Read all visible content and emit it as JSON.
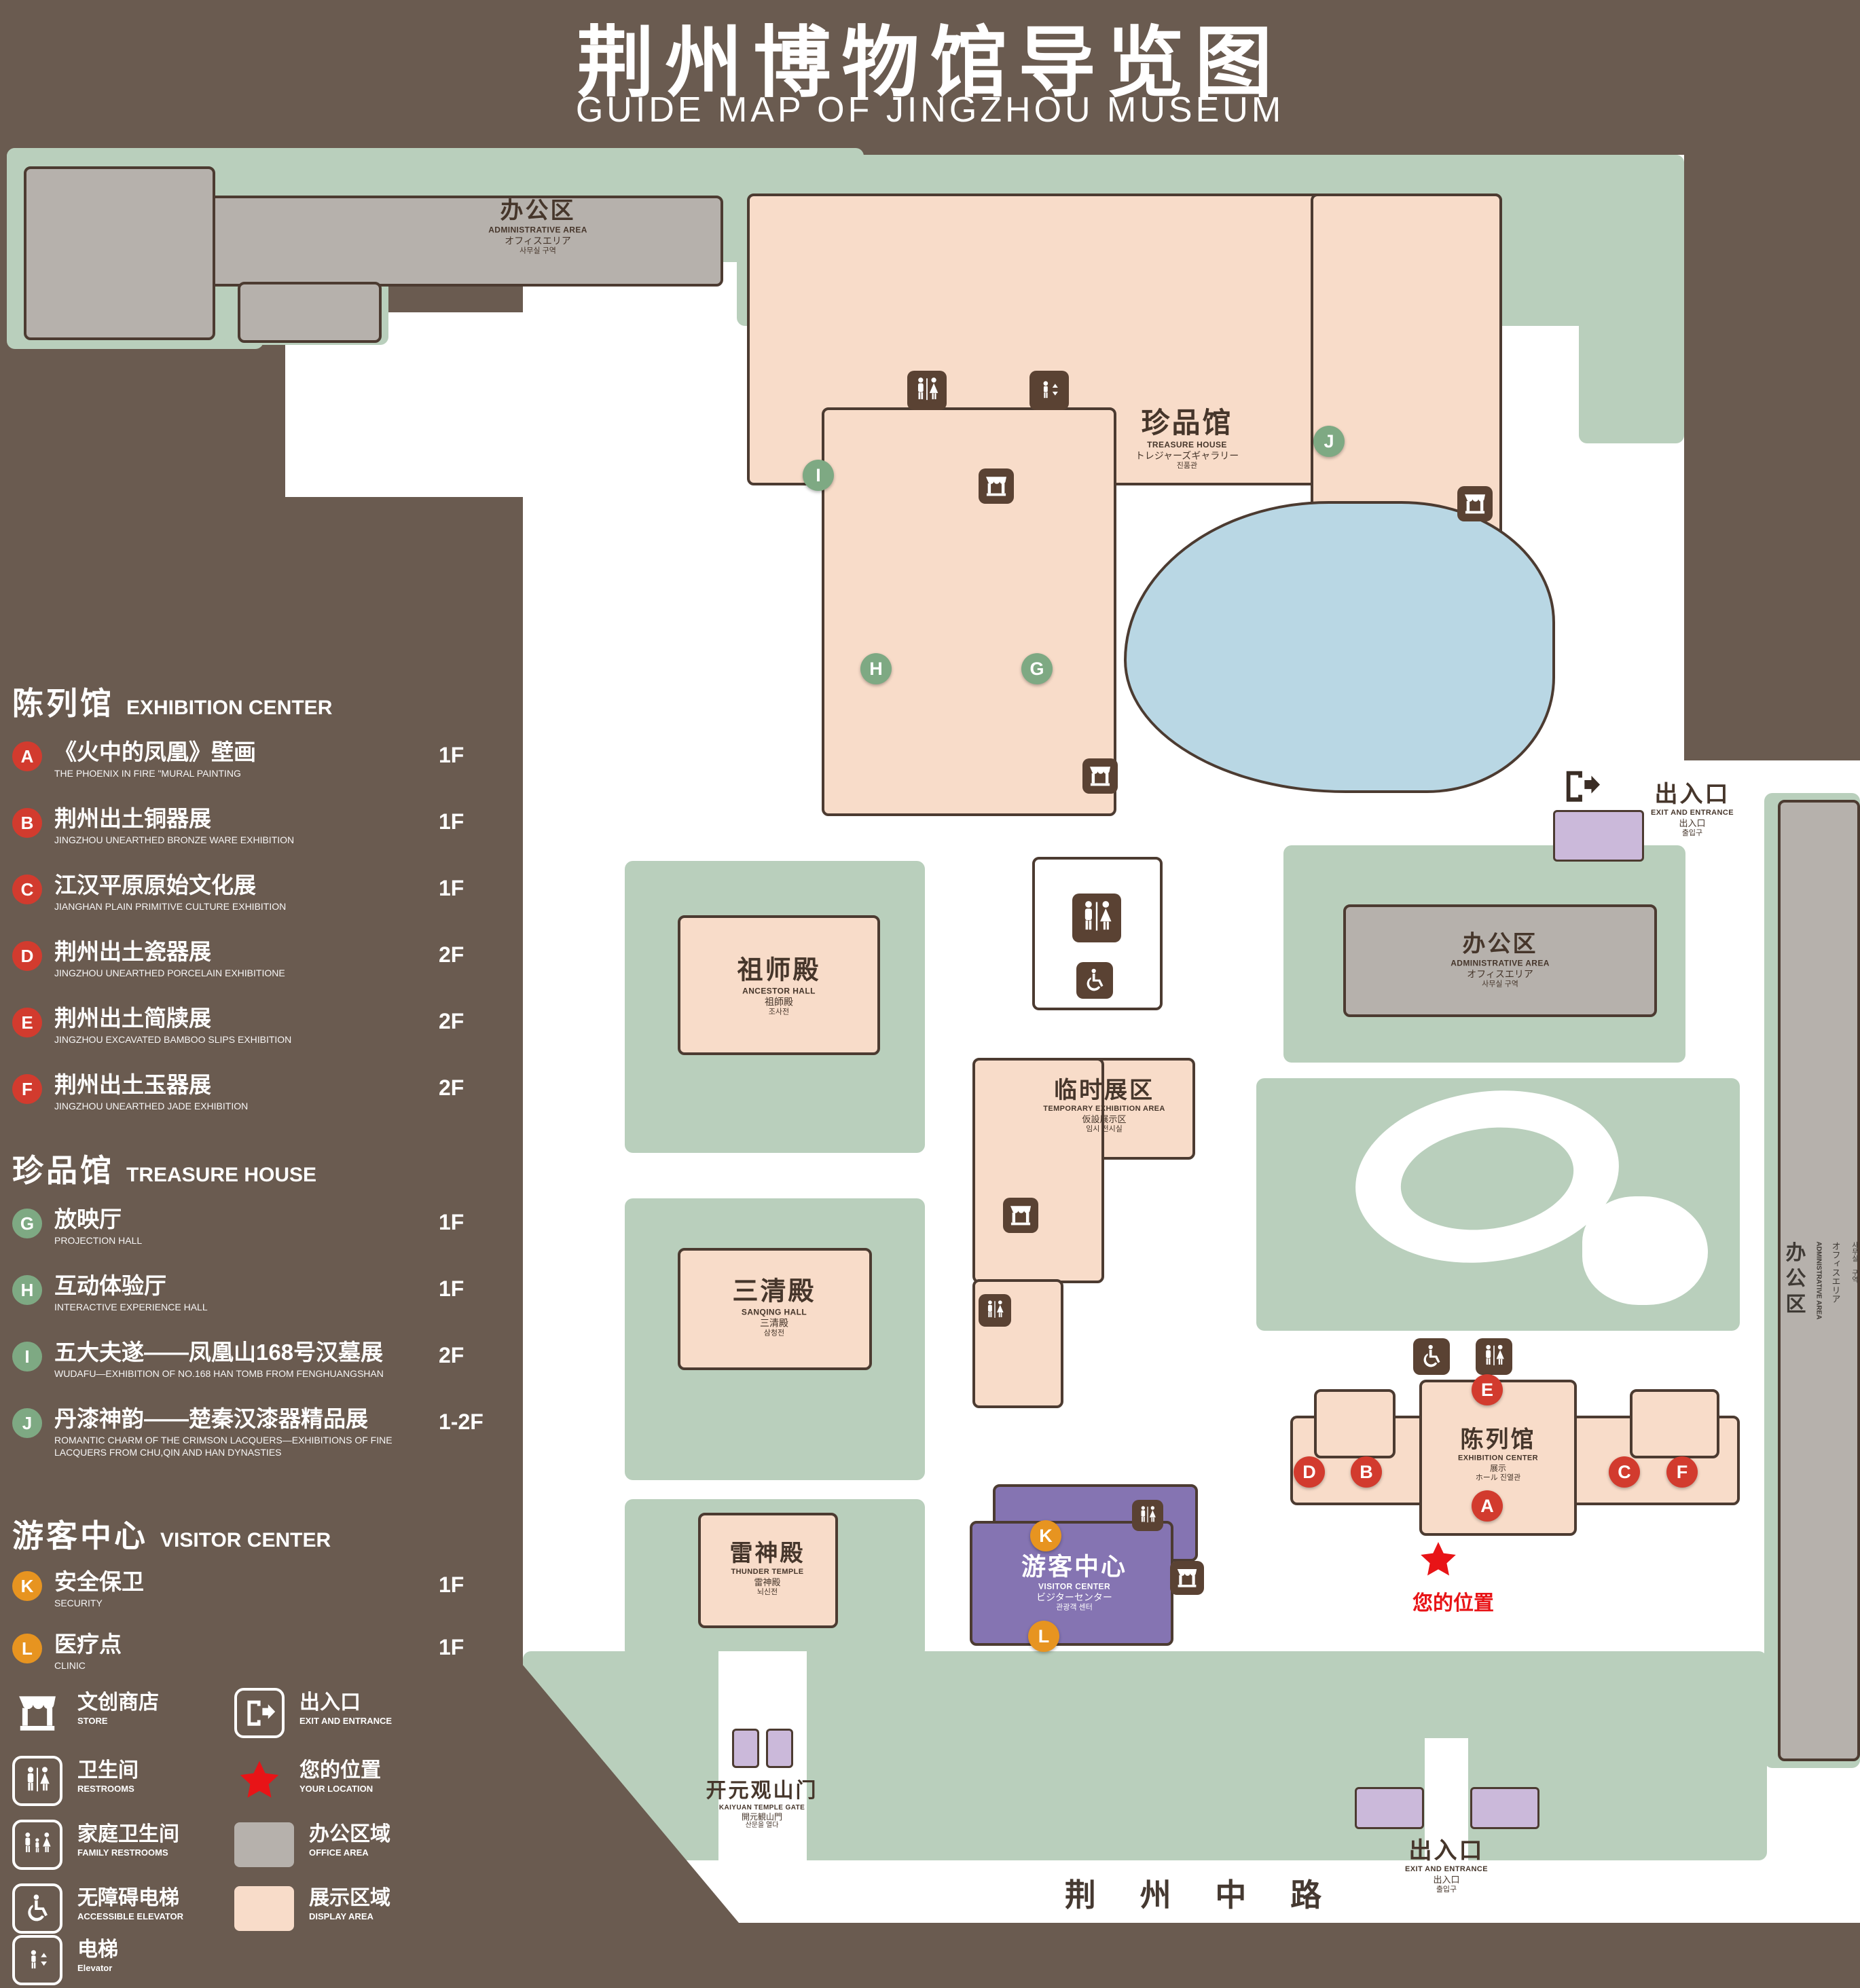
{
  "colors": {
    "background": "#6a5b50",
    "map_green": "#b9cfbc",
    "display_area_pink": "#f8dcc9",
    "office_area_gray": "#b6b1ac",
    "water_blue": "#b9d7e4",
    "visitor_center_purple": "#8574b2",
    "entrance_lilac": "#cbb9da",
    "path_white": "#ffffff",
    "outline_brown": "#4c3b31",
    "marker_red": "#d23b2e",
    "marker_green": "#7ea983",
    "marker_orange": "#e79420",
    "location_red": "#e81417"
  },
  "title": {
    "zh": "荆州博物馆导览图",
    "en": "GUIDE MAP OF JINGZHOU MUSEUM"
  },
  "legend": {
    "sections": [
      {
        "zh": "陈列馆",
        "en": "EXHIBITION CENTER",
        "items": [
          {
            "letter": "A",
            "name": "《火中的凤凰》壁画",
            "desc": "THE PHOENIX IN FIRE \"MURAL PAINTING",
            "floor": "1F"
          },
          {
            "letter": "B",
            "name": "荆州出土铜器展",
            "desc": "JINGZHOU UNEARTHED BRONZE WARE EXHIBITION",
            "floor": "1F"
          },
          {
            "letter": "C",
            "name": "江汉平原原始文化展",
            "desc": "JIANGHAN PLAIN PRIMITIVE CULTURE EXHIBITION",
            "floor": "1F"
          },
          {
            "letter": "D",
            "name": "荆州出土瓷器展",
            "desc": "JINGZHOU UNEARTHED PORCELAIN EXHIBITIONE",
            "floor": "2F"
          },
          {
            "letter": "E",
            "name": "荆州出土简牍展",
            "desc": "JINGZHOU EXCAVATED BAMBOO SLIPS EXHIBITION",
            "floor": "2F"
          },
          {
            "letter": "F",
            "name": "荆州出土玉器展",
            "desc": "JINGZHOU UNEARTHED JADE EXHIBITION",
            "floor": "2F"
          }
        ]
      },
      {
        "zh": "珍品馆",
        "en": "TREASURE HOUSE",
        "items": [
          {
            "letter": "G",
            "name": "放映厅",
            "desc": "PROJECTION HALL",
            "floor": "1F"
          },
          {
            "letter": "H",
            "name": "互动体验厅",
            "desc": "INTERACTIVE EXPERIENCE HALL",
            "floor": "1F"
          },
          {
            "letter": "I",
            "name": "五大夫遂——凤凰山168号汉墓展",
            "desc": "WUDAFU—EXHIBITION OF NO.168 HAN TOMB FROM FENGHUANGSHAN",
            "floor": "2F"
          },
          {
            "letter": "J",
            "name": "丹漆神韵——楚秦汉漆器精品展",
            "desc": "ROMANTIC CHARM OF THE CRIMSON LACQUERS—EXHIBITIONS OF FINE LACQUERS FROM CHU,QIN AND HAN DYNASTIES",
            "floor": "1-2F"
          }
        ]
      },
      {
        "zh": "游客中心",
        "en": "VISITOR CENTER",
        "items": [
          {
            "letter": "K",
            "name": "安全保卫",
            "desc": "SECURITY",
            "floor": "1F"
          },
          {
            "letter": "L",
            "name": "医疗点",
            "desc": "CLINIC",
            "floor": "1F"
          }
        ]
      }
    ],
    "symbols": [
      {
        "zh": "文创商店",
        "en": "STORE"
      },
      {
        "zh": "出入口",
        "en": "EXIT AND ENTRANCE"
      },
      {
        "zh": "卫生间",
        "en": "RESTROOMS"
      },
      {
        "zh": "您的位置",
        "en": "YOUR LOCATION"
      },
      {
        "zh": "家庭卫生间",
        "en": "FAMILY RESTROOMS"
      },
      {
        "zh": "办公区域",
        "en": "OFFICE AREA"
      },
      {
        "zh": "无障碍电梯",
        "en": "ACCESSIBLE ELEVATOR"
      },
      {
        "zh": "展示区域",
        "en": "DISPLAY AREA"
      },
      {
        "zh": "电梯",
        "en": "Elevator"
      }
    ]
  },
  "map": {
    "admin_topleft": {
      "zh": "办公区",
      "en": "ADMINISTRATIVE AREA",
      "ja": "オフィスエリア",
      "ko": "사무실 구역"
    },
    "treasure_house": {
      "zh": "珍品馆",
      "en": "TREASURE HOUSE",
      "ja": "トレジャーズギャラリー",
      "ko": "진품관"
    },
    "ancestor_hall": {
      "zh": "祖师殿",
      "en": "ANCESTOR HALL",
      "ja": "祖師殿",
      "ko": "조사전"
    },
    "temporary_exhibition": {
      "zh": "临时展区",
      "en": "TEMPORARY EXHIBITION AREA",
      "ja": "仮設展示区",
      "ko": "임시 전시실"
    },
    "admin_middle": {
      "zh": "办公区",
      "en": "ADMINISTRATIVE AREA",
      "ja": "オフィスエリア",
      "ko": "사무실 구역"
    },
    "sanqing_hall": {
      "zh": "三清殿",
      "en": "SANQING HALL",
      "ja": "三清殿",
      "ko": "삼청전"
    },
    "thunder_temple": {
      "zh": "雷神殿",
      "en": "THUNDER TEMPLE",
      "ja": "雷神殿",
      "ko": "뇌신전"
    },
    "visitor_center": {
      "zh": "游客中心",
      "en": "VISITOR CENTER",
      "ja": "ビジターセンター",
      "ko": "관광객 센터"
    },
    "exhibition_center": {
      "zh": "陈列馆",
      "en": "EXHIBITION CENTER",
      "ja": "展示",
      "ko": "ホール 진열관"
    },
    "gate": {
      "zh": "开元观山门",
      "en": "KAIYUAN TEMPLE GATE",
      "ja": "開元観山門",
      "ko": "산문을 열다"
    },
    "entrance_top": {
      "zh": "出入口",
      "en": "EXIT AND ENTRANCE",
      "ja": "出入口",
      "ko": "출입구"
    },
    "entrance_bottom": {
      "zh": "出入口",
      "en": "EXIT AND ENTRANCE",
      "ja": "出入口",
      "ko": "출입구"
    },
    "admin_right": {
      "zh": "办公区",
      "en": "ADMINISTRATIVE AREA",
      "ja": "オフィスエリア",
      "ko": "사무실 구역"
    },
    "road": {
      "zh": "荆 州 中 路"
    },
    "your_location": {
      "zh": "您的位置"
    },
    "markers": [
      "A",
      "B",
      "C",
      "D",
      "E",
      "F",
      "G",
      "H",
      "I",
      "J",
      "K",
      "L"
    ]
  }
}
